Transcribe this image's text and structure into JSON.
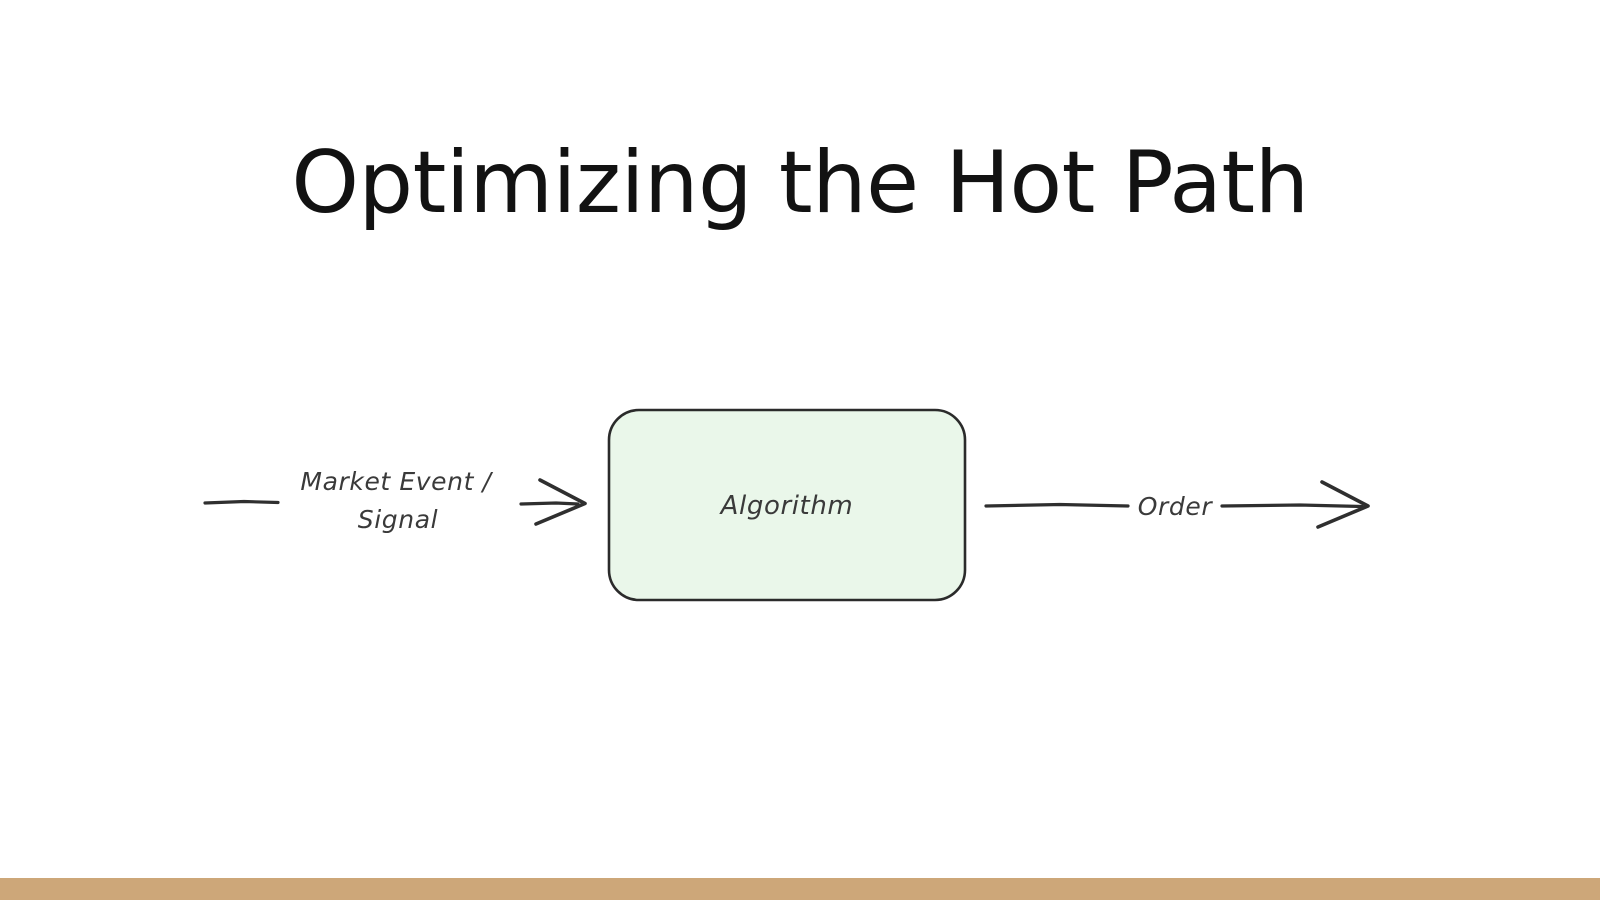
{
  "slide": {
    "title": "Optimizing the Hot Path",
    "background_color": "#ffffff",
    "title_color": "#121212",
    "accent_bar_color": "#cda779"
  },
  "diagram": {
    "style": "hand-drawn",
    "nodes": [
      {
        "id": "algorithm",
        "label": "Algorithm",
        "shape": "rounded-rectangle",
        "fill_color": "#eaf7ea",
        "stroke_color": "#2b2b2b"
      }
    ],
    "edges": [
      {
        "id": "inbound",
        "label_line1": "Market Event /",
        "label_line2": "Signal",
        "from": "",
        "to": "algorithm",
        "arrowhead": "open",
        "stroke_color": "#2f2f2f"
      },
      {
        "id": "outbound",
        "label": "Order",
        "from": "algorithm",
        "to": "",
        "arrowhead": "open",
        "stroke_color": "#2f2f2f"
      }
    ]
  }
}
